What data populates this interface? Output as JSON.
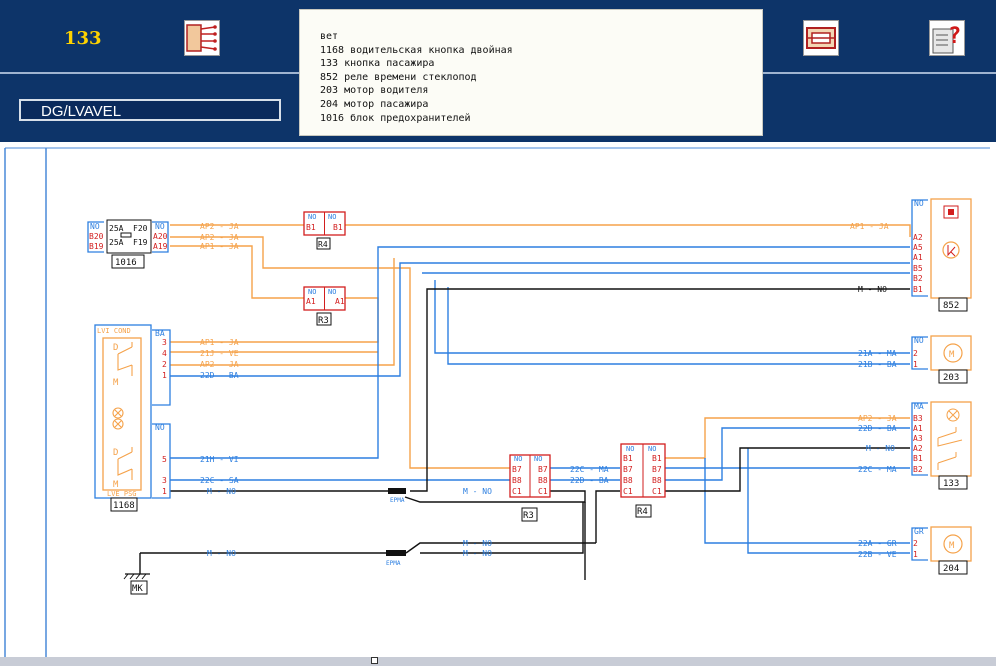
{
  "header": {
    "page_number": "133",
    "view_label": "DG/LVAVEL"
  },
  "toolbar": {
    "icons": [
      "wiring-icon",
      "fuse-icon",
      "help-icon"
    ]
  },
  "legend": {
    "lines": [
      "вет",
      "1168 водительская кнопка двойная",
      "133 кнопка пасажира",
      "852 реле времени стеклопод",
      "203 мотор водителя",
      "204 мотор пасажира",
      "1016 блок предохранителей"
    ]
  },
  "colors": {
    "orange": "#f5a24a",
    "blue": "#2d7fe0",
    "black": "#111111",
    "red": "#d21e1e",
    "header_bg": "#0d3469"
  },
  "components": {
    "fusebox": {
      "id": "1016",
      "title": "NO",
      "pins": [
        "B20",
        "B19"
      ],
      "right_title": "NO",
      "right_pins": [
        "A20",
        "A19"
      ],
      "fuse1": "25A",
      "fuse1_ref": "F20",
      "fuse2": "25A",
      "fuse2_ref": "F19"
    },
    "r4_top": {
      "id": "R4",
      "pins": [
        "B1",
        "B1"
      ],
      "titles": [
        "NO",
        "NO"
      ]
    },
    "r3_top": {
      "id": "R3",
      "pins": [
        "A1",
        "A1"
      ],
      "titles": [
        "NO",
        "NO"
      ]
    },
    "switch_1168": {
      "id": "1168",
      "top_label": "LVI COND",
      "bottom_label": "LVE PSG",
      "title_top": "BA",
      "title_bottom": "NO",
      "pins_top": [
        "3",
        "4",
        "2",
        "1"
      ],
      "pins_bottom": [
        "5",
        "3",
        "1"
      ],
      "letters": [
        "D",
        "M",
        "D",
        "M"
      ]
    },
    "relay_852": {
      "id": "852",
      "title": "NO",
      "pins": [
        "A2",
        "A5",
        "A1",
        "B5",
        "B2",
        "B1"
      ]
    },
    "motor_203": {
      "id": "203",
      "title": "NO",
      "pins": [
        "2",
        "1"
      ]
    },
    "switch_133": {
      "id": "133",
      "title": "MA",
      "pins": [
        "B3",
        "A1",
        "A3",
        "A2",
        "B1",
        "B2"
      ]
    },
    "motor_204": {
      "id": "204",
      "title": "GR",
      "pins": [
        "2",
        "1"
      ]
    },
    "conn_r3": {
      "id": "R3",
      "titles": [
        "NO",
        "NO"
      ],
      "left_pins": [
        "B7",
        "B8",
        "C1"
      ],
      "right_pins": [
        "B7",
        "B8",
        "C1"
      ]
    },
    "conn_r4": {
      "id": "R4",
      "titles": [
        "NO",
        "NO"
      ],
      "left_pins": [
        "B1",
        "B7",
        "B8",
        "C1"
      ],
      "right_pins": [
        "B1",
        "B7",
        "B8",
        "C1"
      ]
    },
    "ground": {
      "id": "MK"
    },
    "splice1": {
      "label": "EPMA"
    },
    "splice2": {
      "label": "EPMA"
    }
  },
  "wire_labels": {
    "fuse_top": "AP2 - JA",
    "fuse_mid": "AP2 - JA",
    "fuse_bot": "AP1 - JA",
    "relay_in": "AP1 - JA",
    "relay_gnd": "M - NO",
    "sw1": "AP1 - JA",
    "sw2": "21J - VE",
    "sw3": "AP2 - JA",
    "sw4": "22D - BA",
    "sw5": "21H - VI",
    "sw6": "22C - SA",
    "sw7": "M - NO",
    "motor203_a": "21A - MA",
    "motor203_b": "21B - BA",
    "s133_1": "AP2 - JA",
    "s133_2": "22D - BA",
    "s133_3": "M - NO",
    "s133_4": "22C - MA",
    "motor204_a": "22A - GR",
    "motor204_b": "22B - VE",
    "conn_22c": "22C - MA",
    "conn_22d": "22D - BA",
    "conn_mno": "M - NO",
    "gnd_mno1": "M - NO",
    "gnd_mno2": "M - NO",
    "gnd_mno3": "M - NO"
  }
}
